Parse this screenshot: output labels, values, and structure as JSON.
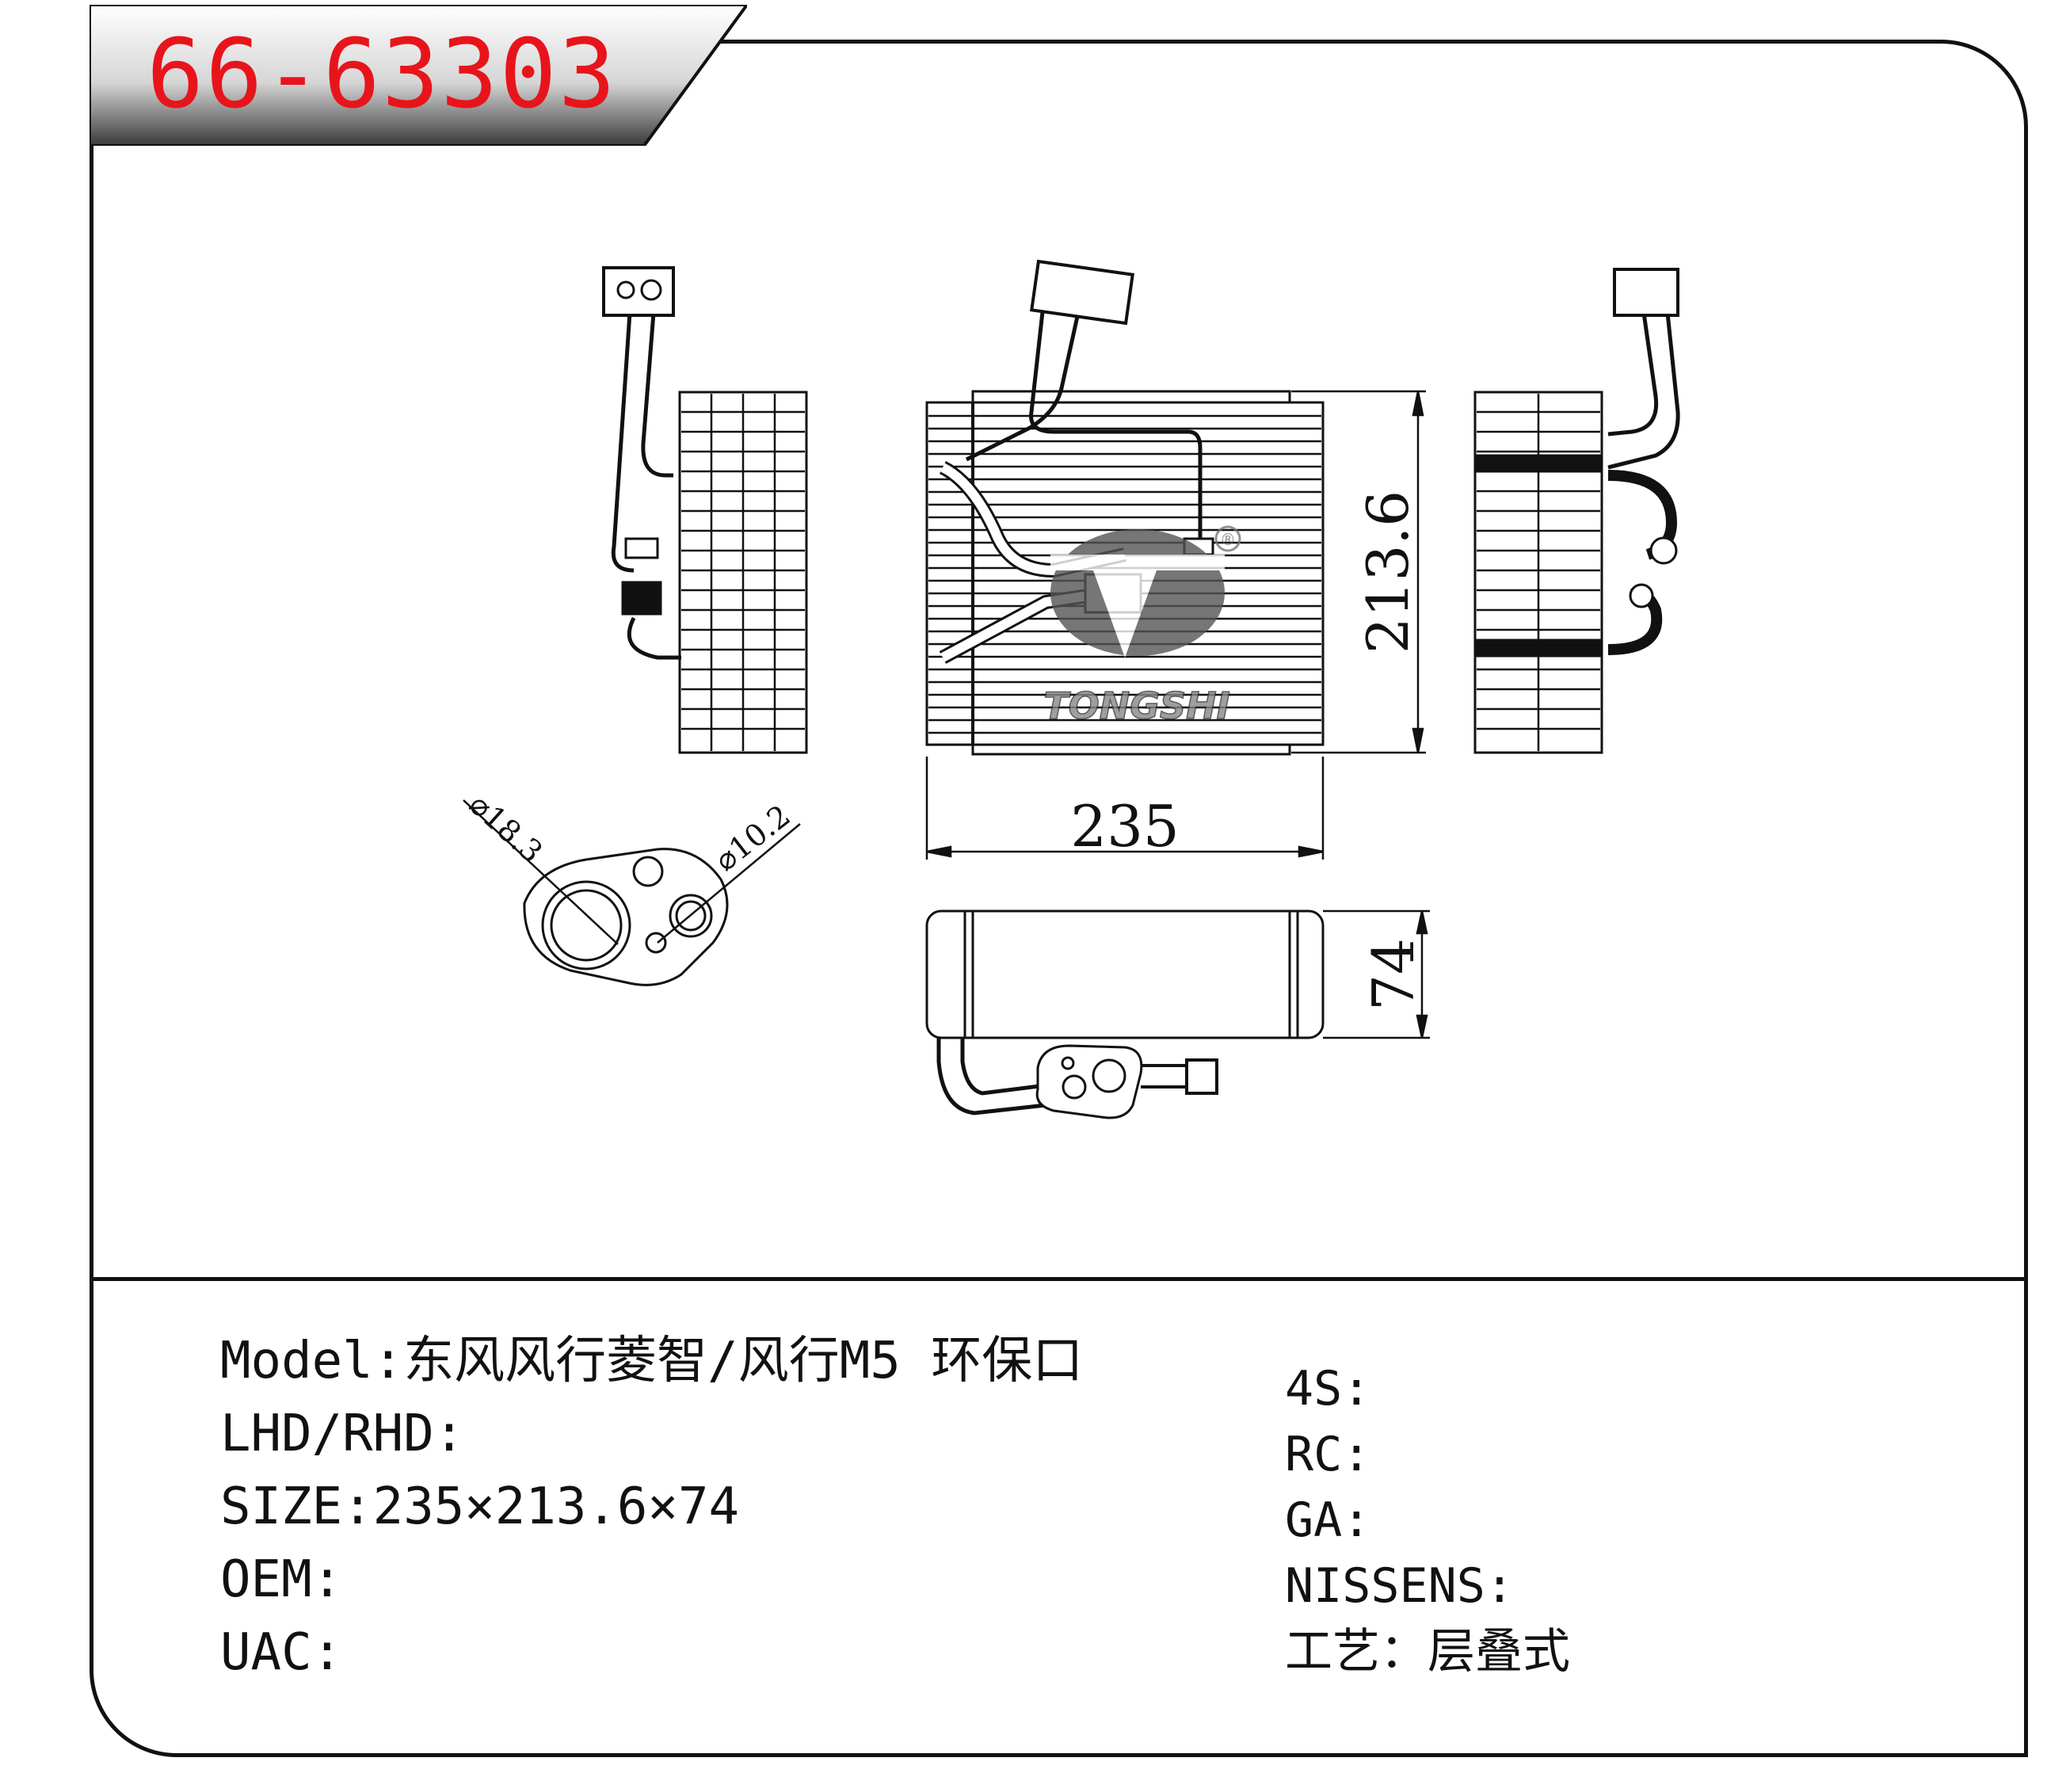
{
  "header": {
    "model_number": "66-63303"
  },
  "dimensions": {
    "width": "235",
    "height": "213.6",
    "depth": "74",
    "port_large": "⌀18.3",
    "port_small": "⌀10.2"
  },
  "logo": {
    "brand": "TONGSHI",
    "registered": "®"
  },
  "specs_left": [
    {
      "label": "Model",
      "sep": ":",
      "value": "东风风行菱智/风行M5 环保口"
    },
    {
      "label": "LHD/RHD",
      "sep": ":",
      "value": ""
    },
    {
      "label": "SIZE",
      "sep": ":",
      "value": "235×213.6×74"
    },
    {
      "label": "OEM",
      "sep": ":",
      "value": ""
    },
    {
      "label": "UAC",
      "sep": ":",
      "value": ""
    }
  ],
  "specs_right": [
    {
      "label": "4S",
      "sep": ":",
      "value": ""
    },
    {
      "label": "RC",
      "sep": ":",
      "value": ""
    },
    {
      "label": "GA",
      "sep": ":",
      "value": ""
    },
    {
      "label": "NISSENS",
      "sep": ":",
      "value": ""
    },
    {
      "label": "工艺",
      "sep": "：",
      "value": "层叠式"
    }
  ]
}
